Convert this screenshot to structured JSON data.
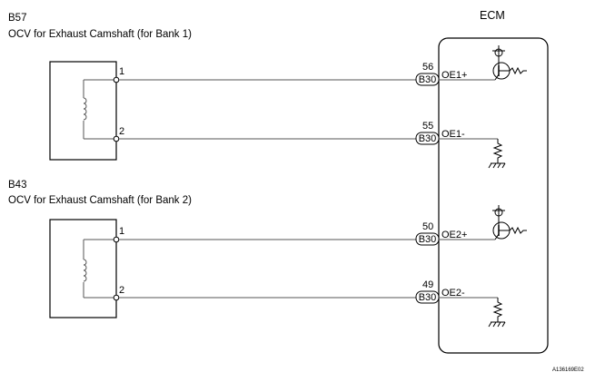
{
  "ecm": {
    "title": "ECM"
  },
  "components": [
    {
      "code": "B57",
      "name": "OCV for Exhaust Camshaft (for Bank 1)",
      "pins": [
        {
          "number": "1",
          "connector": "B30",
          "ecm_pin": "56",
          "signal": "OE1+"
        },
        {
          "number": "2",
          "connector": "B30",
          "ecm_pin": "55",
          "signal": "OE1-"
        }
      ]
    },
    {
      "code": "B43",
      "name": "OCV for Exhaust Camshaft (for Bank 2)",
      "pins": [
        {
          "number": "1",
          "connector": "B30",
          "ecm_pin": "50",
          "signal": "OE2+"
        },
        {
          "number": "2",
          "connector": "B30",
          "ecm_pin": "49",
          "signal": "OE2-"
        }
      ]
    }
  ],
  "figure_id": "A136169E02"
}
